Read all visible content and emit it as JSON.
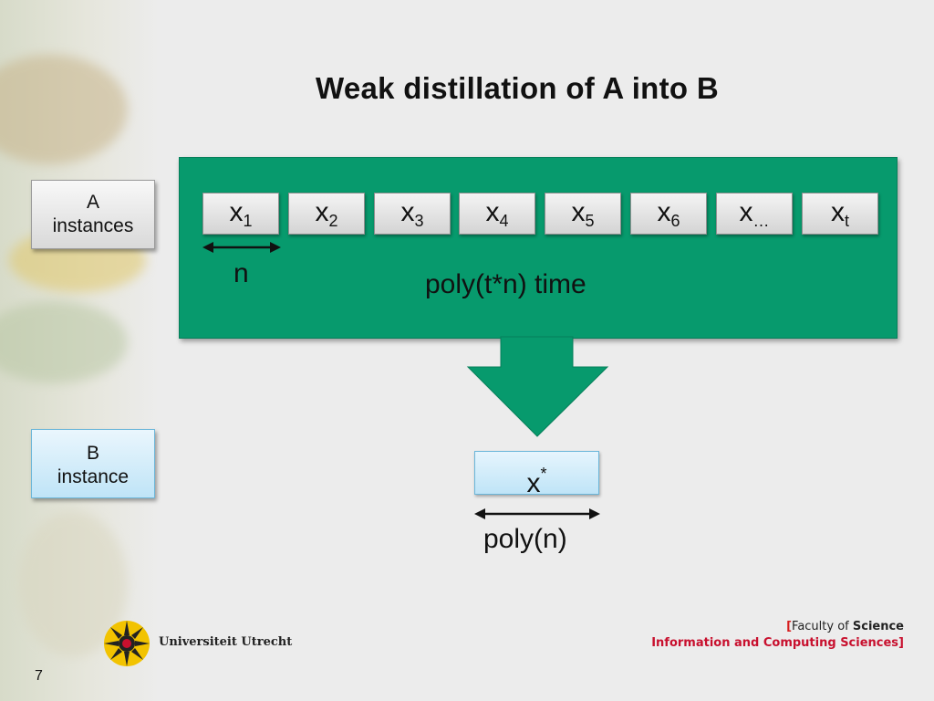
{
  "slide": {
    "title": "Weak distillation of A into B",
    "page_number": "7"
  },
  "labels": {
    "a_instances": [
      "A",
      "instances"
    ],
    "b_instance": [
      "B",
      "instance"
    ]
  },
  "inputs": [
    {
      "base": "x",
      "sub": "1"
    },
    {
      "base": "x",
      "sub": "2"
    },
    {
      "base": "x",
      "sub": "3"
    },
    {
      "base": "x",
      "sub": "4"
    },
    {
      "base": "x",
      "sub": "5"
    },
    {
      "base": "x",
      "sub": "6"
    },
    {
      "base": "x",
      "sub": "…"
    },
    {
      "base": "x",
      "sub": "t"
    }
  ],
  "panel": {
    "size_label": "n",
    "time_label": "poly(t*n) time"
  },
  "output": {
    "base": "x",
    "sup": "*",
    "size_label": "poly(n)"
  },
  "footer": {
    "university": "Universiteit Utrecht",
    "faculty_bracket_open": "[",
    "faculty_prefix": "Faculty of ",
    "faculty_name": "Science",
    "department": "Information and Computing Sciences]"
  },
  "colors": {
    "panel_green": "#079a6d",
    "arrow_green": "#079a6d",
    "label_blue": "#bfe4f7",
    "accent_red": "#c8102e"
  }
}
